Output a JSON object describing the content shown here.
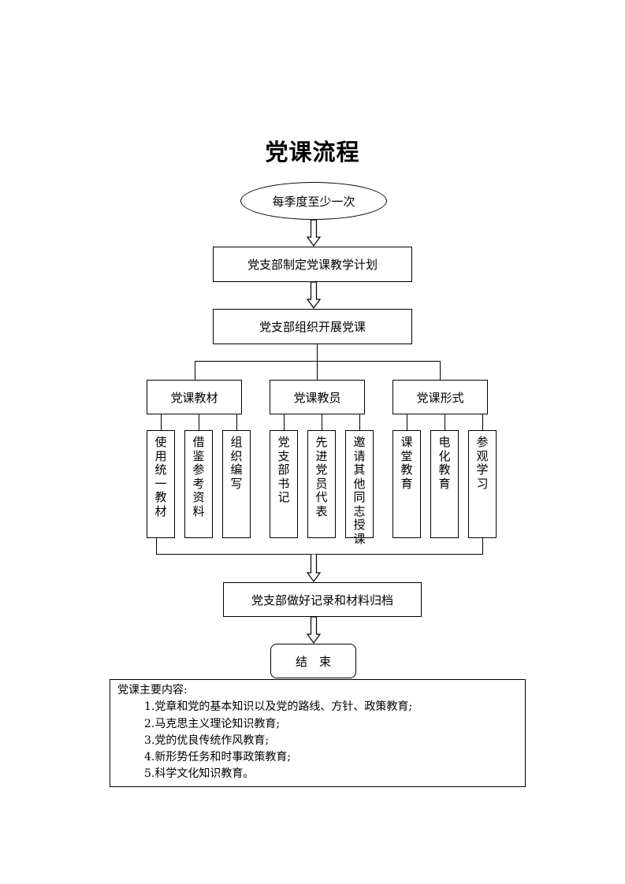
{
  "title": "党课流程",
  "start": "每季度至少一次",
  "step1": "党支部制定党课教学计划",
  "step2": "党支部组织开展党课",
  "categories": [
    {
      "label": "党课教材",
      "items": [
        "使用统一教材",
        "借鉴参考资料",
        "组织编写"
      ]
    },
    {
      "label": "党课教员",
      "items": [
        "党支部书记",
        "先进党员代表",
        "邀请其他同志授课"
      ]
    },
    {
      "label": "党课形式",
      "items": [
        "课堂教育",
        "电化教育",
        "参观学习"
      ]
    }
  ],
  "step3": "党支部做好记录和材料归档",
  "end": "结　束",
  "content": {
    "heading": "党课主要内容:",
    "items": [
      "1.党章和党的基本知识以及党的路线、方针、政策教育;",
      "2.马克思主义理论知识教育;",
      "3.党的优良传统作风教育;",
      "4.新形势任务和时事政策教育;",
      "5.科学文化知识教育。"
    ]
  }
}
